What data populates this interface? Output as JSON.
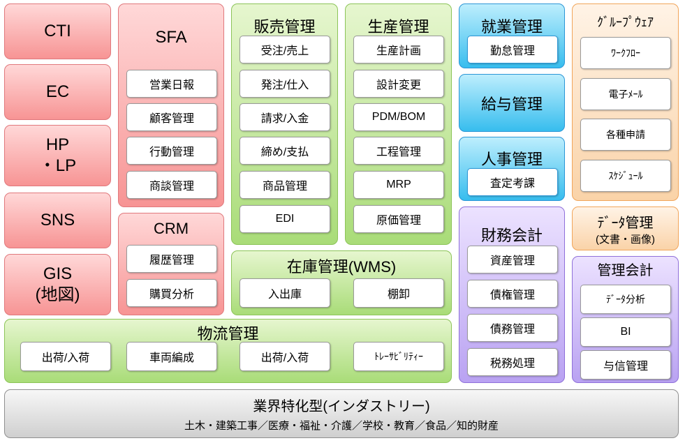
{
  "left_column": [
    "CTI",
    "EC",
    "HP\n・LP",
    "SNS",
    "GIS\n(地図)"
  ],
  "sfa": {
    "title": "SFA",
    "items": [
      "営業日報",
      "顧客管理",
      "行動管理",
      "商談管理"
    ]
  },
  "crm": {
    "title": "CRM",
    "items": [
      "履歴管理",
      "購買分析"
    ]
  },
  "sales": {
    "title": "販売管理",
    "items": [
      "受注/売上",
      "発注/仕入",
      "請求/入金",
      "締め/支払",
      "商品管理",
      "EDI"
    ]
  },
  "production": {
    "title": "生産管理",
    "items": [
      "生産計画",
      "設計変更",
      "PDM/BOM",
      "工程管理",
      "MRP",
      "原価管理"
    ]
  },
  "inventory": {
    "title": "在庫管理(WMS)",
    "items": [
      "入出庫",
      "棚卸"
    ]
  },
  "logistics": {
    "title": "物流管理",
    "items": [
      "出荷/入荷",
      "車両編成",
      "出荷/入荷",
      "ﾄﾚｰｻﾋﾞﾘﾃｨｰ"
    ]
  },
  "attendance": {
    "title": "就業管理",
    "items": [
      "勤怠管理"
    ]
  },
  "payroll": {
    "title": "給与管理"
  },
  "hr": {
    "title": "人事管理",
    "items": [
      "査定考課"
    ]
  },
  "finance": {
    "title": "財務会計",
    "items": [
      "資産管理",
      "債権管理",
      "債務管理",
      "税務処理"
    ]
  },
  "groupware": {
    "title": "ｸﾞﾙｰﾌﾟｳｪｱ",
    "items": [
      "ﾜｰｸﾌﾛｰ",
      "電子ﾒｰﾙ",
      "各種申請",
      "ｽｹｼﾞｭｰﾙ"
    ]
  },
  "data_mgmt": {
    "title": "ﾃﾞｰﾀ管理",
    "subtitle": "(文書・画像)"
  },
  "mgmt_accounting": {
    "title": "管理会計",
    "items": [
      "ﾃﾞｰﾀ分析",
      "BI",
      "与信管理"
    ]
  },
  "industry": {
    "title": "業界特化型(インダストリー)",
    "subtitle": "土木・建築工事／医療・福祉・介護／学校・教育／食品／知的財産"
  }
}
